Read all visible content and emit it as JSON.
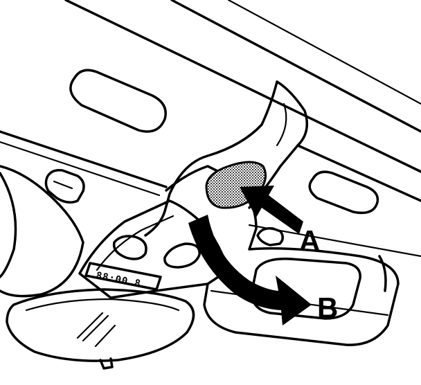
{
  "diagram": {
    "labels": {
      "arrow_a": "A",
      "arrow_b": "B"
    },
    "display_text": "88:00.8",
    "colors": {
      "ink": "#000000",
      "paper": "#ffffff",
      "shade": "#9a9a9a"
    }
  }
}
